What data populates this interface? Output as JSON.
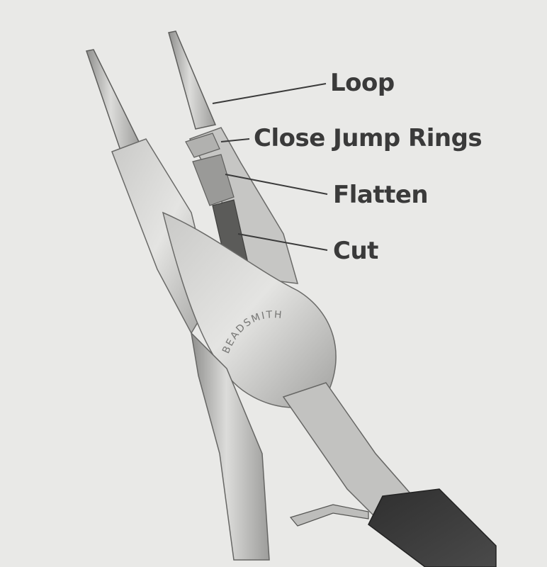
{
  "labels": {
    "loop": "Loop",
    "close_jump_rings": "Close Jump Rings",
    "flatten": "Flatten",
    "cut": "Cut"
  },
  "brand": "BEADSMITH",
  "colors": {
    "background": "#e9e9e7",
    "text": "#3a3a3a",
    "metal_light": "#d2d2d0",
    "metal_mid": "#a9a9a7",
    "metal_dark": "#6d6d6b",
    "grip": "#3b3b3b"
  }
}
